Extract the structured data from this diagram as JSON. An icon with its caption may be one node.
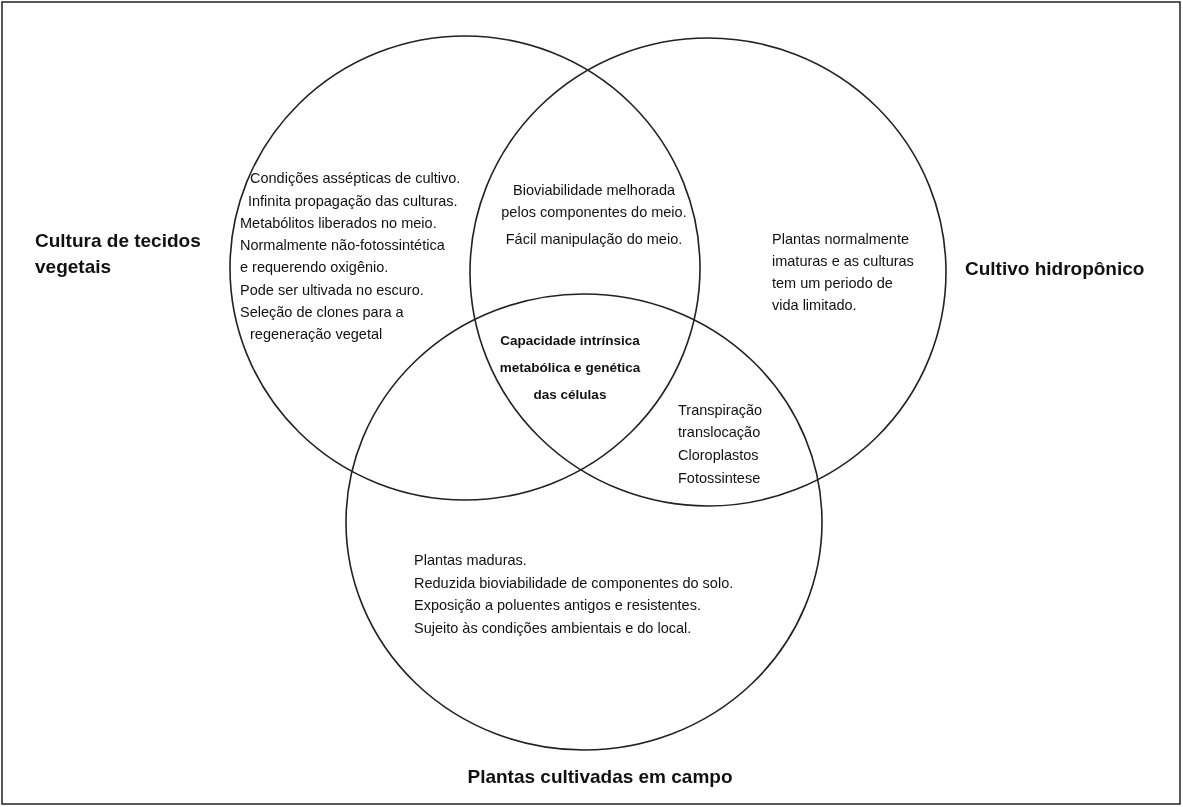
{
  "diagram": {
    "nodes": [
      {
        "text": [
          "Cultura de tecidos vegetais",
          "Condições assépticas de cultivo.",
          "Infinita propagação das culturas.",
          "Metabólitos liberados no meio.",
          "Normalmente não-fotossintética e requerendo oxigênio.",
          "Pode ser ultivada no escuro.",
          "Seleção de clones para a regeneração vegetal"
        ]
      },
      {
        "text": [
          "Plantas normalmente imaturas e as culturas tem um periodo de vida limitado.",
          "Cultivo hidropônico"
        ]
      },
      {
        "text": [
          "Plantas cultivadas em campo",
          "Plantas maduras.",
          "Reduzida bioviabilidade de componentes do solo.",
          "Exposição a poluentes antigos e resistentes.",
          "Sujeito às condições ambientais e do local."
        ]
      }
    ],
    "edges": [],
    "labels": [
      "Bioviabilidade melhorada pelos componentes do meio.",
      "Fácil manipulação do meio.",
      "Capacidade intrínsica metabólica e genética das células",
      "Transpiração",
      "translocação",
      "Cloroplastos",
      "Fotossintese"
    ]
  }
}
